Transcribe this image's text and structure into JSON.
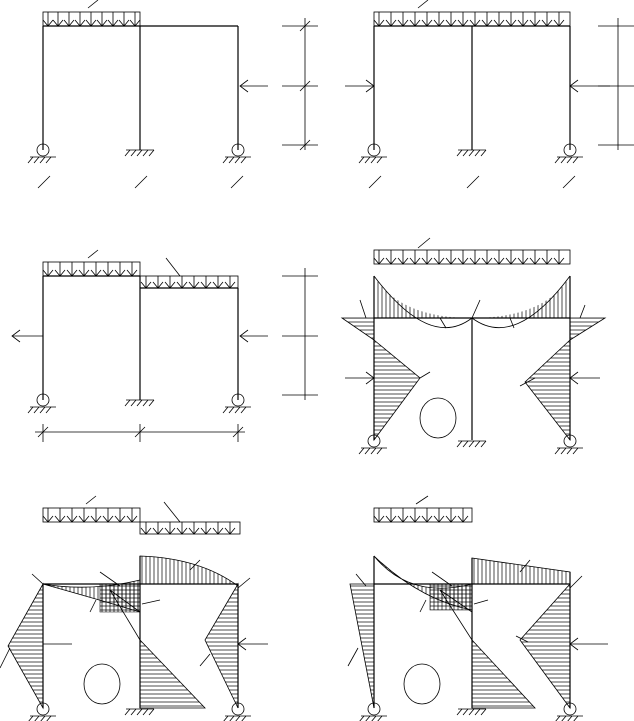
{
  "figure": {
    "description_labels": [],
    "panels": [
      {
        "id": "a",
        "kind": "frame-loading"
      },
      {
        "id": "b",
        "kind": "frame-loading"
      },
      {
        "id": "c",
        "kind": "frame-loading"
      },
      {
        "id": "d",
        "kind": "moment-diagram"
      },
      {
        "id": "e",
        "kind": "moment-diagram"
      },
      {
        "id": "f",
        "kind": "moment-diagram"
      }
    ],
    "colors": {
      "line": "#000000",
      "background": "#ffffff"
    }
  }
}
